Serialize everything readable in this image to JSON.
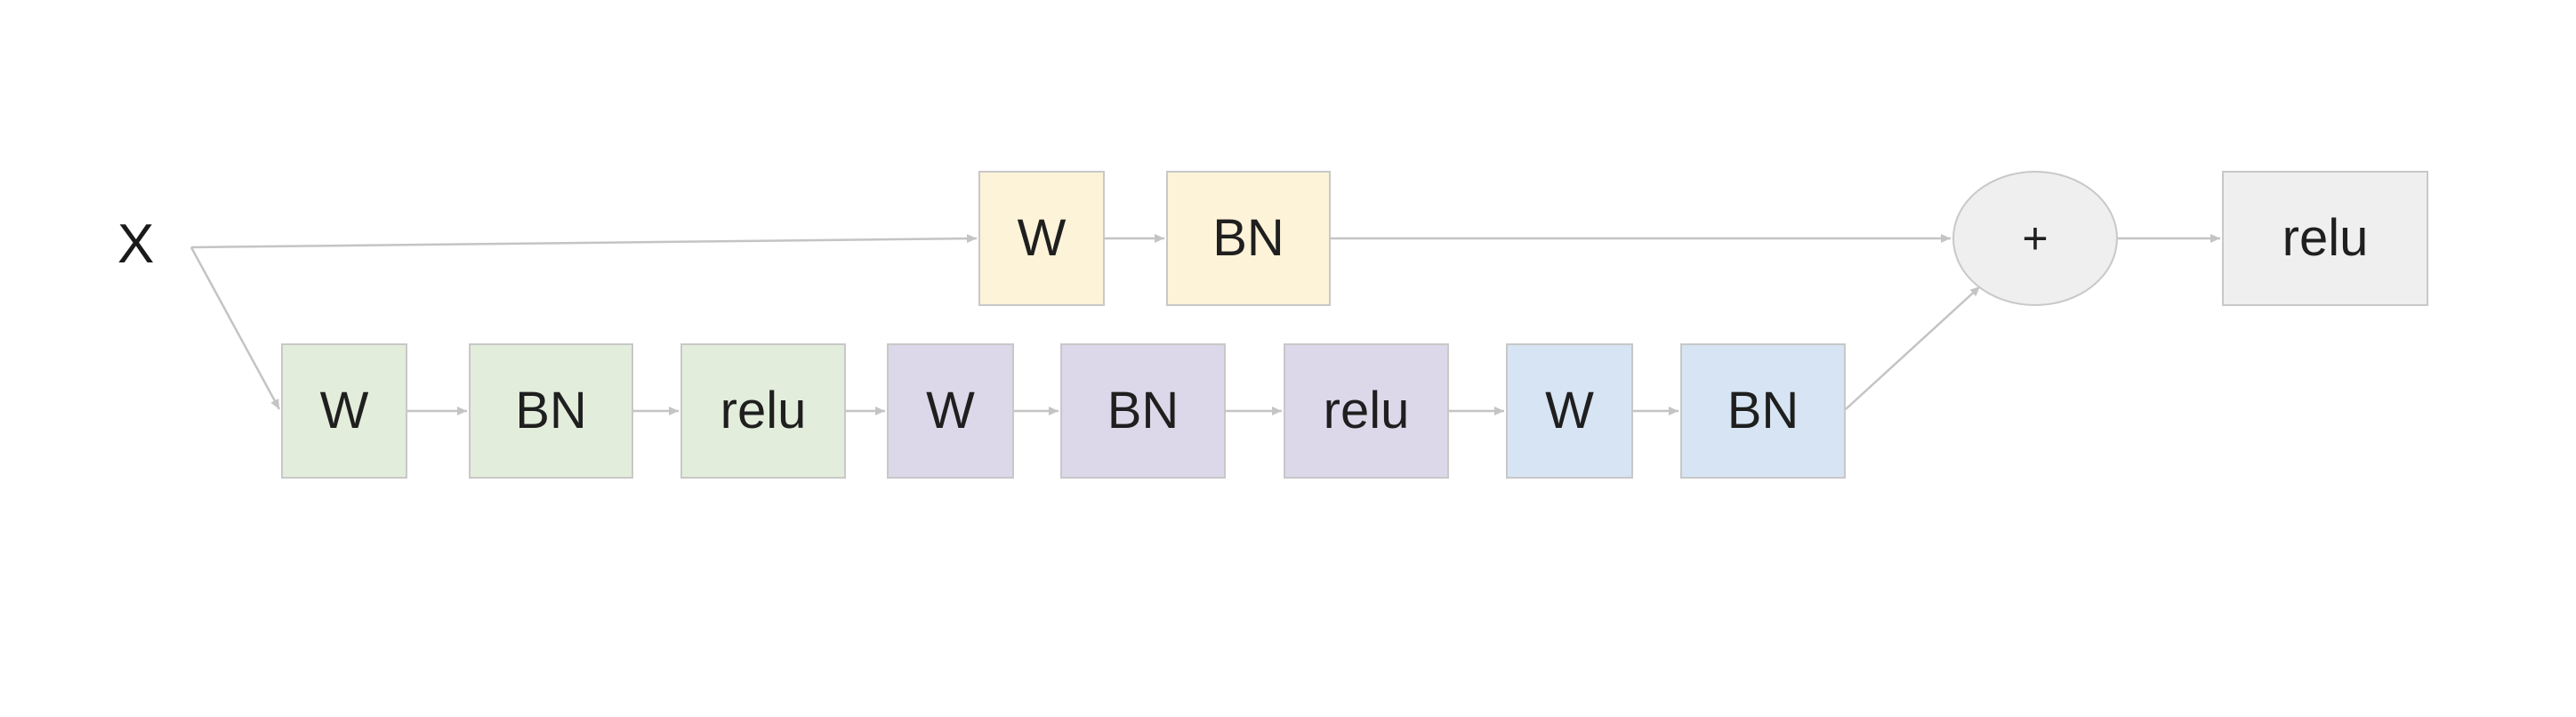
{
  "input": {
    "label": "X"
  },
  "shortcut": {
    "color": "#fdf3d9",
    "nodes": [
      {
        "label": "W"
      },
      {
        "label": "BN"
      }
    ]
  },
  "main_path": {
    "stages": [
      {
        "color": "#e2eddb",
        "nodes": [
          {
            "label": "W"
          },
          {
            "label": "BN"
          },
          {
            "label": "relu"
          }
        ]
      },
      {
        "color": "#dcd8e9",
        "nodes": [
          {
            "label": "W"
          },
          {
            "label": "BN"
          },
          {
            "label": "relu"
          }
        ]
      },
      {
        "color": "#d7e4f3",
        "nodes": [
          {
            "label": "W"
          },
          {
            "label": "BN"
          }
        ]
      }
    ]
  },
  "add": {
    "label": "+",
    "color": "#efefef"
  },
  "output": {
    "label": "relu",
    "color": "#efefef"
  },
  "edge_color": "#c4c4c4",
  "border_color": "#c8c8c8"
}
